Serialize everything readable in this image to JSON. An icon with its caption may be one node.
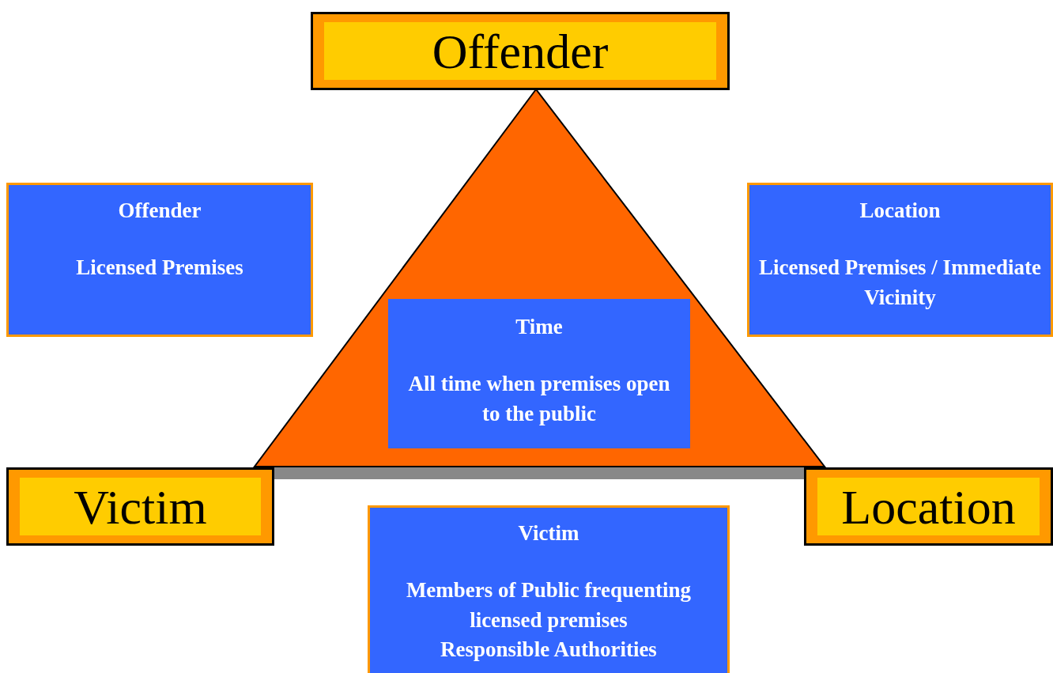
{
  "diagram": {
    "nodes": [
      {
        "text": [
          "Offender"
        ]
      },
      {
        "text": [
          "Offender",
          "Licensed Premises"
        ]
      },
      {
        "text": [
          "Location",
          "Licensed Premises / Immediate Vicinity"
        ]
      },
      {
        "text": [
          "Time",
          "All time when premises open to the public"
        ]
      },
      {
        "text": [
          "Victim"
        ]
      },
      {
        "text": [
          "Location"
        ]
      },
      {
        "text": [
          "Victim",
          "Members of Public frequenting licensed premises",
          "Responsible Authorities"
        ]
      }
    ]
  }
}
